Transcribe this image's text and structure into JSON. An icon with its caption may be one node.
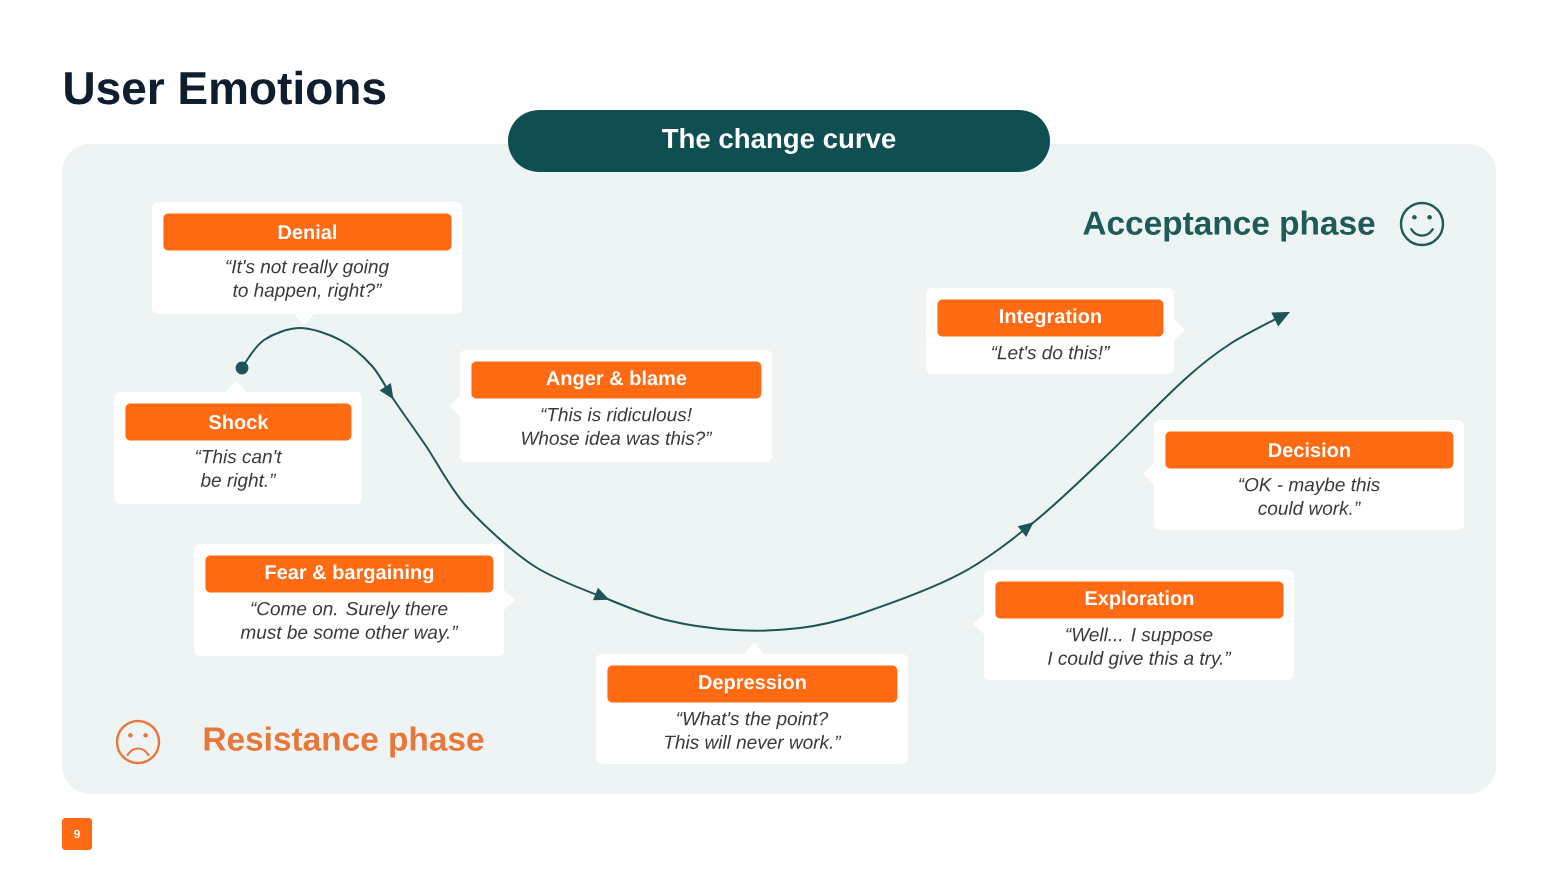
{
  "diagram": {
    "title": "User Emotions",
    "nodes": [
      {
        "text": [
          "The change curve"
        ]
      },
      {
        "text": [
          "Acceptance phase",
          "Resistance phase"
        ]
      },
      {
        "text": [
          "Shock",
          "“This can't be right.”"
        ],
        "in": 1
      },
      {
        "text": [
          "Denial",
          "“It's not really going to happen, right?”"
        ],
        "in": 1
      },
      {
        "text": [
          "Anger & blame",
          "“This is ridiculous! Whose idea was this?”"
        ],
        "in": 1
      },
      {
        "text": [
          "Fear & bargaining",
          "“Come on. Surely there must be some other way.”"
        ],
        "in": 1
      },
      {
        "text": [
          "Depression",
          "“What's the point? This will never work.”"
        ],
        "in": 1
      },
      {
        "text": [
          "Exploration",
          "“Well... I suppose I could give this a try.”"
        ],
        "in": 1
      },
      {
        "text": [
          "Decision",
          "“OK - maybe this could work.”"
        ],
        "in": 1
      },
      {
        "text": [
          "Integration",
          "“Let's do this!”"
        ],
        "in": 1
      }
    ],
    "labels": [
      "9"
    ]
  }
}
